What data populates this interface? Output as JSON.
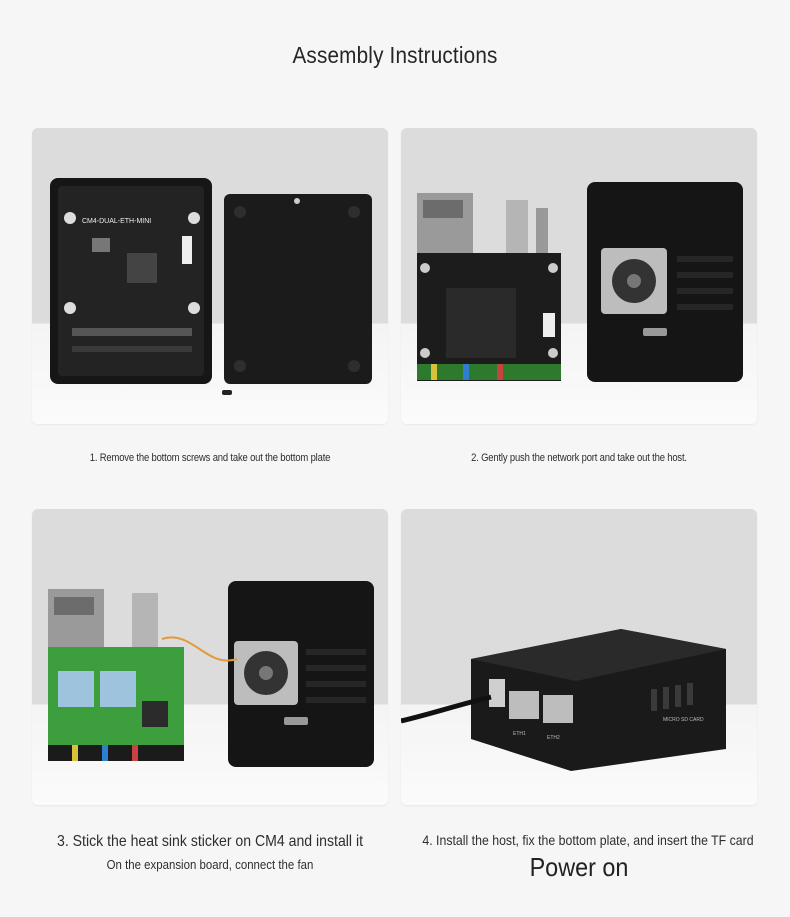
{
  "page": {
    "title": "Assembly Instructions"
  },
  "steps": [
    {
      "caption": "1. Remove the bottom screws and take out the bottom plate",
      "image": "board-and-bottom-plate-photo"
    },
    {
      "caption": "2. Gently push the network port and take out the host.",
      "image": "host-and-case-with-fan-photo"
    },
    {
      "caption": "3. Stick the heat sink sticker on CM4 and install it",
      "subcaption": "On the expansion board, connect the fan",
      "image": "cm4-on-board-with-fan-photo"
    },
    {
      "caption": "4. Install the host, fix the bottom plate, and insert the TF card",
      "subcaption": "Power on",
      "image": "assembled-mini-pc-photo"
    }
  ],
  "photo_labels": {
    "board_silkscreen": "CM4-DUAL-ETH-MINI",
    "port_eth1": "ETH1",
    "port_eth2": "ETH2",
    "card_slot": "MICRO SD CARD"
  }
}
